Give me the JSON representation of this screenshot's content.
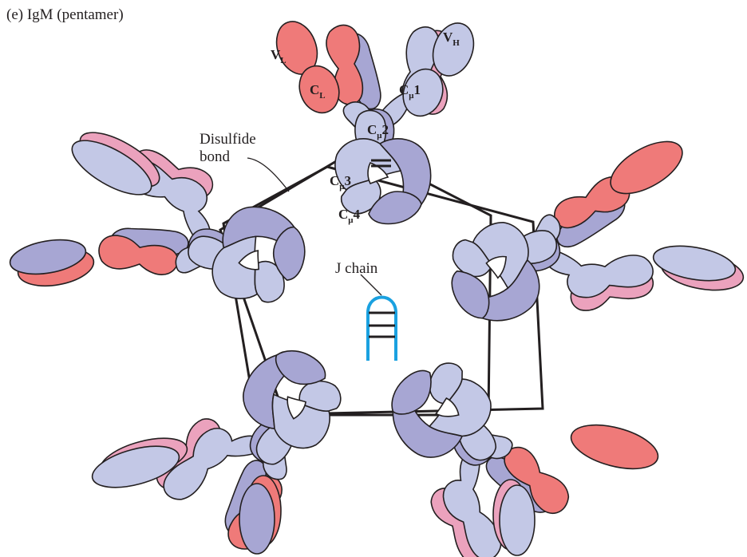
{
  "title": "(e) IgM (pentamer)",
  "labels": {
    "disulfide_line1": "Disulfide",
    "disulfide_line2": "bond",
    "j_chain": "J chain"
  },
  "domains": {
    "vl": {
      "main": "V",
      "sub": "L"
    },
    "vh": {
      "main": "V",
      "sub": "H"
    },
    "cl": {
      "main": "C",
      "sub": "L"
    },
    "cmu1": {
      "main": "C",
      "sub": "μ",
      "num": "1"
    },
    "cmu2": {
      "main": "C",
      "sub": "μ",
      "num": "2"
    },
    "cmu3": {
      "main": "C",
      "sub": "μ",
      "num": "3"
    },
    "cmu4": {
      "main": "C",
      "sub": "μ",
      "num": "4"
    }
  },
  "colors": {
    "heavy_light": "#c3c8e6",
    "heavy_dark": "#a7a6d3",
    "light_chain": "#ef7a79",
    "light_chain_pale": "#eba2bd",
    "j_chain": "#1aa1e0",
    "outline": "#231f20"
  },
  "counts": {
    "monomers": 5
  }
}
